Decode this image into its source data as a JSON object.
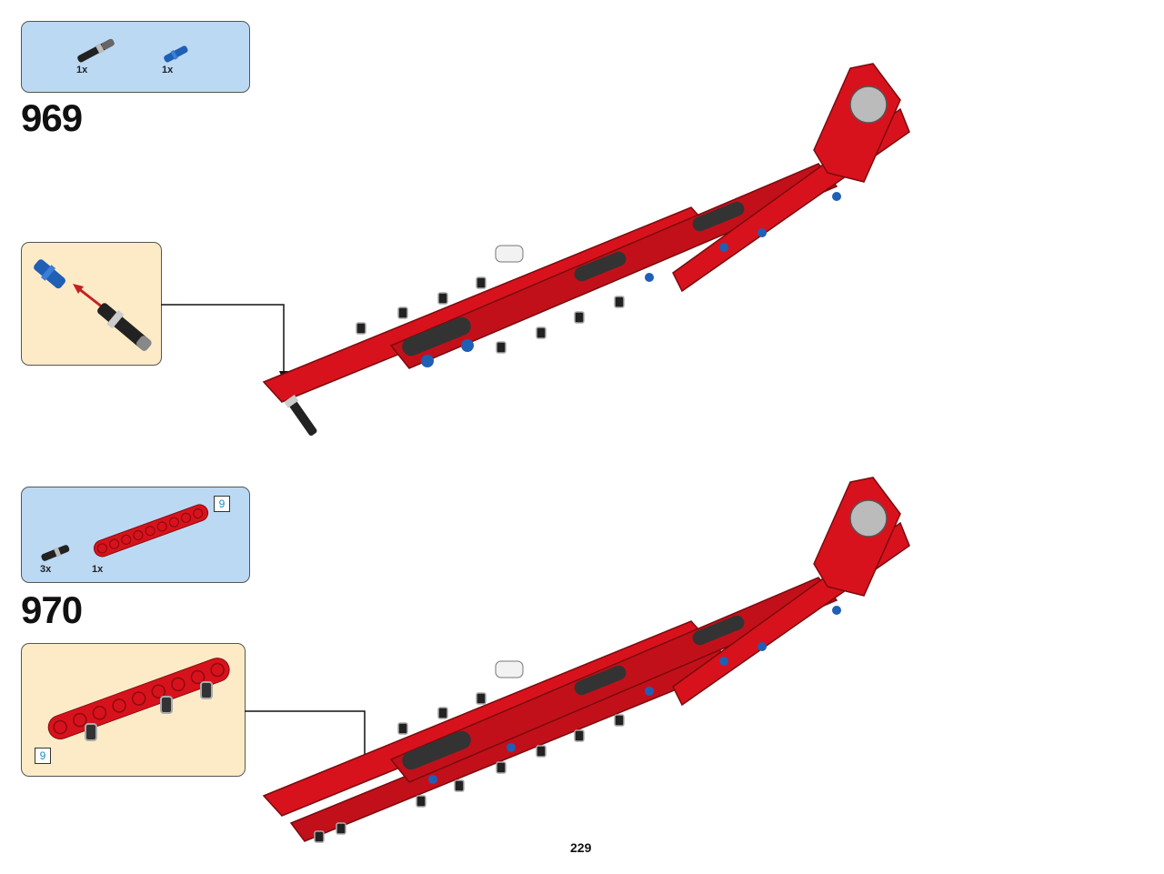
{
  "page": {
    "number": "229"
  },
  "steps": [
    {
      "number": "969",
      "parts": [
        {
          "name": "axle-pin-with-friction",
          "color": "black",
          "qty": "1x"
        },
        {
          "name": "axle-pin-blue",
          "color": "blue",
          "qty": "1x"
        }
      ]
    },
    {
      "number": "970",
      "parts": [
        {
          "name": "axle-pin-with-friction",
          "color": "black",
          "qty": "3x"
        },
        {
          "name": "technic-beam-9",
          "color": "red",
          "qty": "1x",
          "length_tag": "9"
        }
      ],
      "subassembly": {
        "length_tag": "9"
      }
    }
  ],
  "colors": {
    "parts_bg": "#bcd9f3",
    "subassembly_bg": "#fdebc8",
    "beam_red": "#d8121c",
    "pin_blue": "#1f5fb5"
  }
}
